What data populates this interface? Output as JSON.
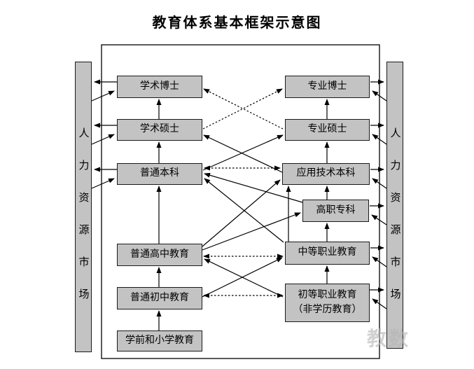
{
  "title": "教育体系基本框架示意图",
  "left_market": {
    "label": "人力资源市场"
  },
  "right_market": {
    "label": "人力资源市场"
  },
  "nodes": {
    "xueshu_boshi": {
      "label": "学术博士"
    },
    "xueshu_shuoshi": {
      "label": "学术硕士"
    },
    "putong_benke": {
      "label": "普通本科"
    },
    "putong_gaozhong": {
      "label": "普通高中教育"
    },
    "putong_chuzhong": {
      "label": "普通初中教育"
    },
    "xueqian_xiaoxue": {
      "label": "学前和小学教育"
    },
    "zhuanye_boshi": {
      "label": "专业博士"
    },
    "zhuanye_shuoshi": {
      "label": "专业硕士"
    },
    "yingyong_benke": {
      "label": "应用技术本科"
    },
    "gaozhi_zhuanke": {
      "label": "高职专科"
    },
    "zhongdeng_zhiye": {
      "label": "中等职业教育"
    },
    "chudeng_zhiye": {
      "label": "初等职业教育",
      "label2": "（非学历教育）"
    }
  },
  "watermark": "教数",
  "colors": {
    "box_fill": "#c3c3c3",
    "line": "#000000",
    "background": "#ffffff"
  },
  "edges": [
    {
      "from": "学前和小学教育",
      "to": "普通初中教育",
      "style": "solid"
    },
    {
      "from": "普通初中教育",
      "to": "普通高中教育",
      "style": "solid"
    },
    {
      "from": "普通高中教育",
      "to": "普通本科",
      "style": "solid"
    },
    {
      "from": "普通本科",
      "to": "学术硕士",
      "style": "solid"
    },
    {
      "from": "学术硕士",
      "to": "学术博士",
      "style": "solid"
    },
    {
      "from": "初等职业教育",
      "to": "中等职业教育",
      "style": "solid"
    },
    {
      "from": "中等职业教育",
      "to": "高职专科",
      "style": "solid"
    },
    {
      "from": "高职专科",
      "to": "应用技术本科",
      "style": "solid"
    },
    {
      "from": "中等职业教育",
      "to": "应用技术本科",
      "style": "solid"
    },
    {
      "from": "应用技术本科",
      "to": "专业硕士",
      "style": "solid"
    },
    {
      "from": "专业硕士",
      "to": "专业博士",
      "style": "solid"
    },
    {
      "from": "学术硕士",
      "to": "专业博士",
      "style": "dotted"
    },
    {
      "from": "专业硕士",
      "to": "学术博士",
      "style": "dotted"
    },
    {
      "from": "普通本科",
      "to": "专业硕士",
      "style": "solid"
    },
    {
      "from": "应用技术本科",
      "to": "学术硕士",
      "style": "solid"
    },
    {
      "from": "普通本科",
      "to": "应用技术本科",
      "style": "dotted-double"
    },
    {
      "from": "普通高中教育",
      "to": "中等职业教育",
      "style": "dotted-double"
    },
    {
      "from": "普通初中教育",
      "to": "初等职业教育",
      "style": "dotted-double"
    },
    {
      "from": "普通高中教育",
      "to": "应用技术本科",
      "style": "solid"
    },
    {
      "from": "普通高中教育",
      "to": "高职专科",
      "style": "solid"
    },
    {
      "from": "高职专科",
      "to": "普通本科",
      "style": "solid"
    },
    {
      "from": "中等职业教育",
      "to": "普通本科",
      "style": "solid"
    },
    {
      "from": "普通初中教育",
      "to": "中等职业教育",
      "style": "solid"
    },
    {
      "from": "初等职业教育",
      "to": "普通高中教育",
      "style": "solid"
    },
    {
      "from": "学术博士/学术硕士/普通本科",
      "to": "人力资源市场(左)",
      "style": "solid-pair-bidirectional"
    },
    {
      "from": "专业博士/专业硕士/应用技术本科/高职专科/中等职业教育/初等职业教育",
      "to": "人力资源市场(右)",
      "style": "solid-pair-bidirectional"
    }
  ]
}
